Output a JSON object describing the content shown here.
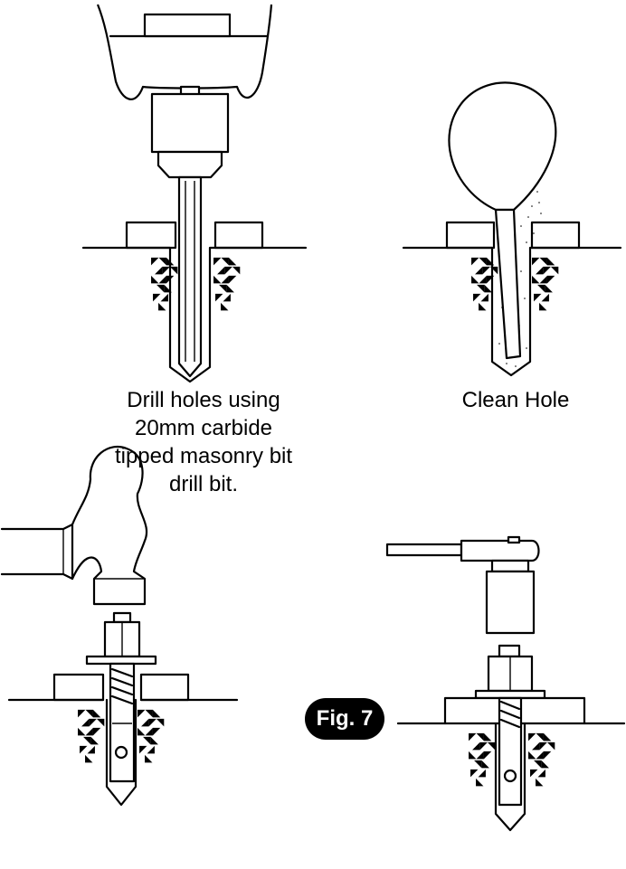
{
  "captions": {
    "drill_line1": "Drill holes using",
    "drill_line2": "20mm carbide",
    "drill_line3": "tipped masonry bit",
    "drill_line4": "drill bit.",
    "clean": "Clean Hole"
  },
  "badge": {
    "label": "Fig. 7"
  }
}
